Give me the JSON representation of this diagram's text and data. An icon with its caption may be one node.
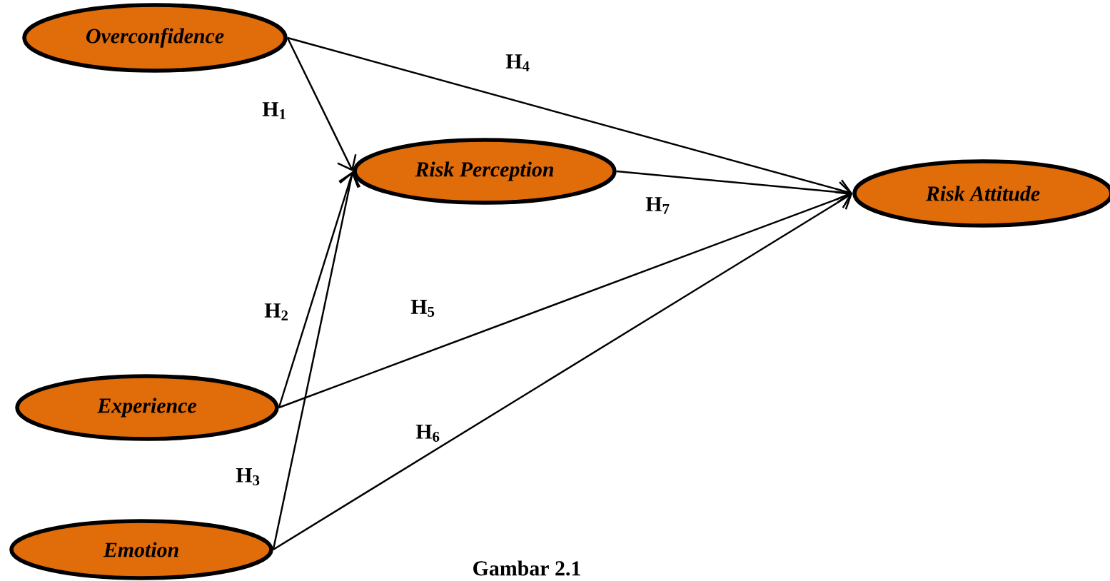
{
  "diagram": {
    "caption": "Gambar 2.1",
    "nodes": [
      {
        "text": [
          "Overconfidence"
        ]
      },
      {
        "text": [
          "Risk Perception"
        ]
      },
      {
        "text": [
          "Risk Attitude"
        ]
      },
      {
        "text": [
          "Experience"
        ]
      },
      {
        "text": [
          "Emotion"
        ]
      }
    ],
    "edges": [
      {
        "from": 0,
        "to": 1,
        "arrow": "to",
        "label": "H$_{1}$"
      },
      {
        "from": 3,
        "to": 1,
        "arrow": "to",
        "label": "H$_{2}$"
      },
      {
        "from": 4,
        "to": 1,
        "arrow": "to",
        "label": "H$_{3}$"
      },
      {
        "from": 0,
        "to": 2,
        "arrow": "to",
        "label": "H$_{4}$"
      },
      {
        "from": 3,
        "to": 2,
        "arrow": "to",
        "label": "H$_{5}$"
      },
      {
        "from": 4,
        "to": 2,
        "arrow": "to",
        "label": "H$_{6}$"
      },
      {
        "from": 1,
        "to": 2,
        "arrow": "to",
        "label": "H$_{7}$"
      }
    ]
  }
}
